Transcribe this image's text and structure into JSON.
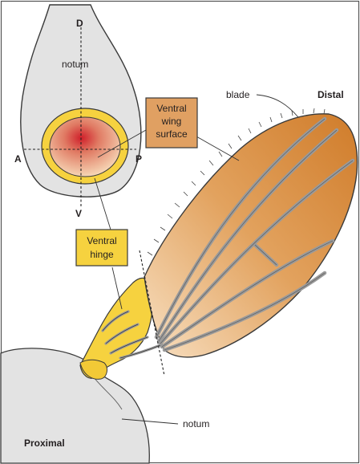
{
  "labels": {
    "dorsal": "D",
    "ventral_axis": "V",
    "anterior": "A",
    "posterior": "P",
    "notum_disc": "notum",
    "ventral_wing_surface_line1": "Ventral",
    "ventral_wing_surface_line2": "wing",
    "ventral_wing_surface_line3": "surface",
    "ventral_hinge_line1": "Ventral",
    "ventral_hinge_line2": "hinge",
    "blade": "blade",
    "distal": "Distal",
    "notum_body": "notum",
    "proximal": "Proximal"
  },
  "colors": {
    "hinge_yellow": "#f6d23f",
    "callout_orange": "#e0a062",
    "wing_orange": "#d6832f",
    "pale_orange": "#f6dcb8",
    "red_center": "#d0202a",
    "body_grey": "#e2e2e2",
    "vein_grey": "#9a9a9a"
  }
}
